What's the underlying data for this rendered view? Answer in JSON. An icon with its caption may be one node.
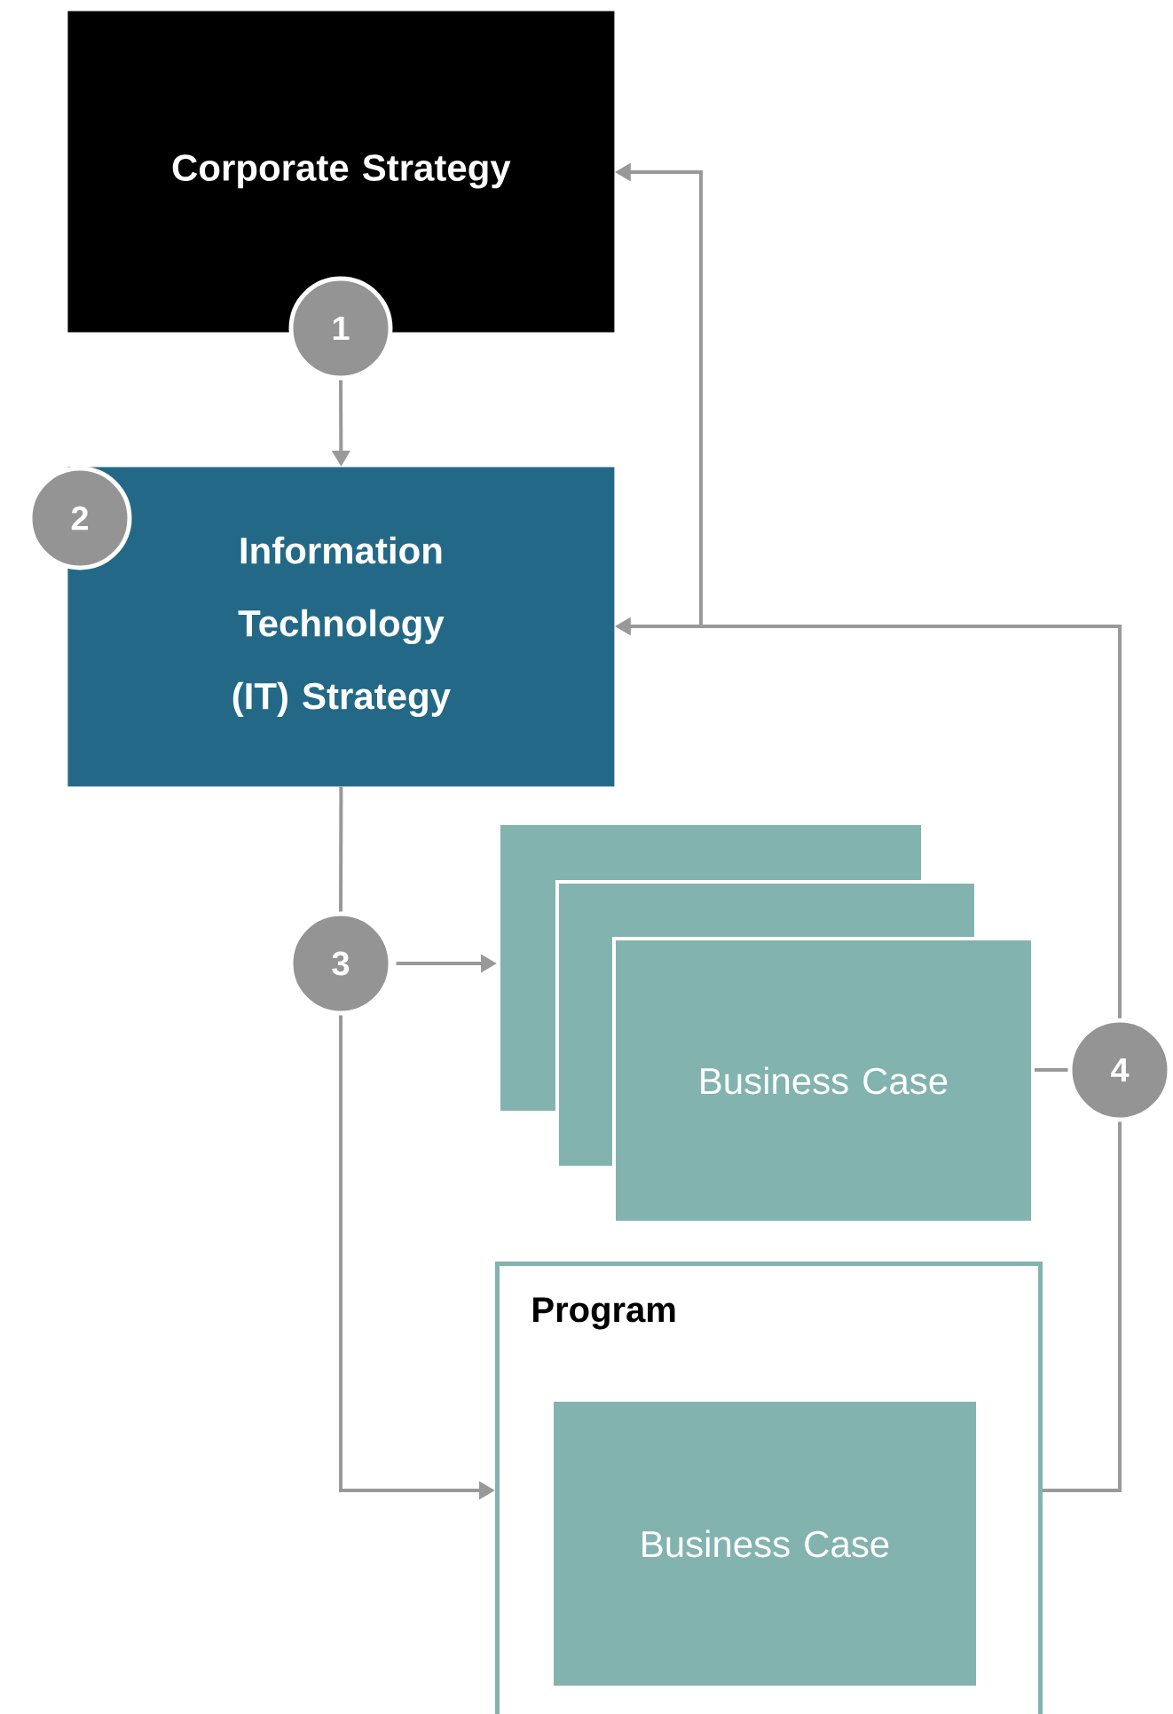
{
  "diagram": {
    "nodes": [
      {
        "text": [
          "Corporate Strategy"
        ]
      },
      {
        "text": [
          "1"
        ]
      },
      {
        "text": [
          "Information Technology (IT) Strategy"
        ]
      },
      {
        "text": [
          "2"
        ]
      },
      {
        "text": [
          "3"
        ]
      },
      {
        "text": [],
        "shape": "box"
      },
      {
        "text": [],
        "shape": "box"
      },
      {
        "text": [
          "Business Case"
        ]
      },
      {
        "text": [
          "4"
        ]
      },
      {
        "text": [
          "Program"
        ]
      },
      {
        "text": [
          "Business Case"
        ],
        "in": 9
      }
    ],
    "edges": [
      {
        "from": 1,
        "to": 2,
        "arrow": "to"
      },
      {
        "from": 2,
        "to": 4,
        "arrow": "none"
      },
      {
        "from": 4,
        "to": 5,
        "arrow": "to"
      },
      {
        "from": 4,
        "to": 9,
        "arrow": "to"
      },
      {
        "from": 7,
        "to": 8,
        "arrow": "none"
      },
      {
        "from": 9,
        "to": 8,
        "arrow": "none"
      },
      {
        "from": 8,
        "to": 2,
        "arrow": "to"
      },
      {
        "from": 8,
        "to": 0,
        "arrow": "to"
      }
    ]
  }
}
